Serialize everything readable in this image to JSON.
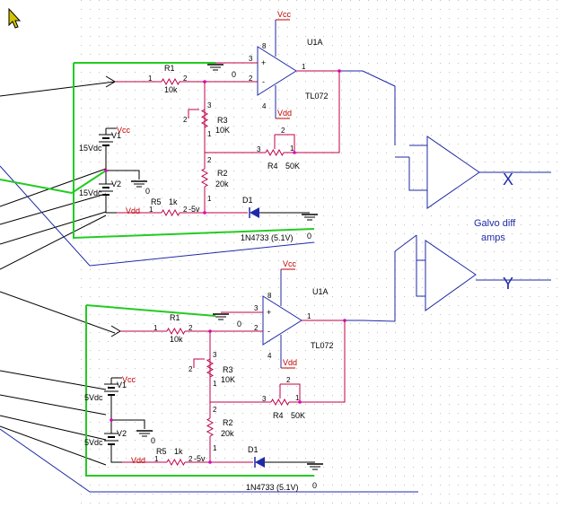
{
  "colors": {
    "wire": "#c0004a",
    "blue": "#1f2aa6",
    "green": "#22cc22",
    "black": "#000000",
    "power": "#c00000",
    "node": "#e000c0",
    "cursor": "#d4c400"
  },
  "icons": {
    "cursor": "arrow-cursor-icon",
    "ground": "ground-icon"
  },
  "circuit_top": {
    "vcc_top": "Vcc",
    "opamp_ref": "U1A",
    "opamp_type": "TL072",
    "pin8": "8",
    "pin4": "4",
    "pin3": "3",
    "pin2": "2",
    "pin1": "1",
    "plus": "+",
    "minus": "-",
    "vdd_bottom": "Vdd",
    "zero_gnd1": "0",
    "r1_ref": "R1",
    "r1_val": "10k",
    "r1_p1": "1",
    "r1_p2": "2",
    "r3_ref": "R3",
    "r3_val": "10K",
    "r3_p1": "1",
    "r3_p2": "2",
    "r3_p3": "3",
    "r4_ref": "R4",
    "r4_val": "50K",
    "r4_p1": "1",
    "r4_p2": "2",
    "r4_p3": "3",
    "r2_ref": "R2",
    "r2_val": "20k",
    "r2_p1": "1",
    "r2_p2": "2",
    "r5_ref": "R5",
    "r5_val": "1k",
    "r5_p1": "1",
    "r5_p2": "2",
    "minus5v": "-5v",
    "d1_ref": "D1",
    "d1_part": "1N4733 (5.1V)",
    "v1_ref": "V1",
    "v1_val": "15Vdc",
    "v1_vcc": "Vcc",
    "v2_ref": "V2",
    "v2_val": "15Vdc",
    "v2_vdd": "Vdd",
    "zero_gnd2": "0",
    "zero_gnd3": "0"
  },
  "circuit_bottom": {
    "vcc_top": "Vcc",
    "opamp_ref": "U1A",
    "opamp_type": "TL072",
    "pin8": "8",
    "pin4": "4",
    "pin3": "3",
    "pin2": "2",
    "pin1": "1",
    "plus": "+",
    "minus": "-",
    "vdd_bottom": "Vdd",
    "zero_gnd1": "0",
    "r1_ref": "R1",
    "r1_val": "10k",
    "r1_p1": "1",
    "r1_p2": "2",
    "r3_ref": "R3",
    "r3_val": "10K",
    "r3_p1": "1",
    "r3_p2": "2",
    "r3_p3": "3",
    "r4_ref": "R4",
    "r4_val": "50K",
    "r4_p1": "1",
    "r4_p2": "2",
    "r4_p3": "3",
    "r2_ref": "R2",
    "r2_val": "20k",
    "r2_p1": "1",
    "r2_p2": "2",
    "r5_ref": "R5",
    "r5_val": "1k",
    "r5_p1": "1",
    "r5_p2": "2",
    "minus5v": "-5v",
    "d1_ref": "D1",
    "d1_part": "1N4733 (5.1V)",
    "v1_ref": "V1",
    "v1_val": "5Vdc",
    "v1_vcc": "Vcc",
    "v2_ref": "V2",
    "v2_val": "5Vdc",
    "v2_vdd": "Vdd",
    "zero_gnd2": "0",
    "zero_gnd3": "0"
  },
  "galvo": {
    "x_label": "X",
    "y_label": "Y",
    "note_line1": "Galvo diff",
    "note_line2": "amps"
  }
}
